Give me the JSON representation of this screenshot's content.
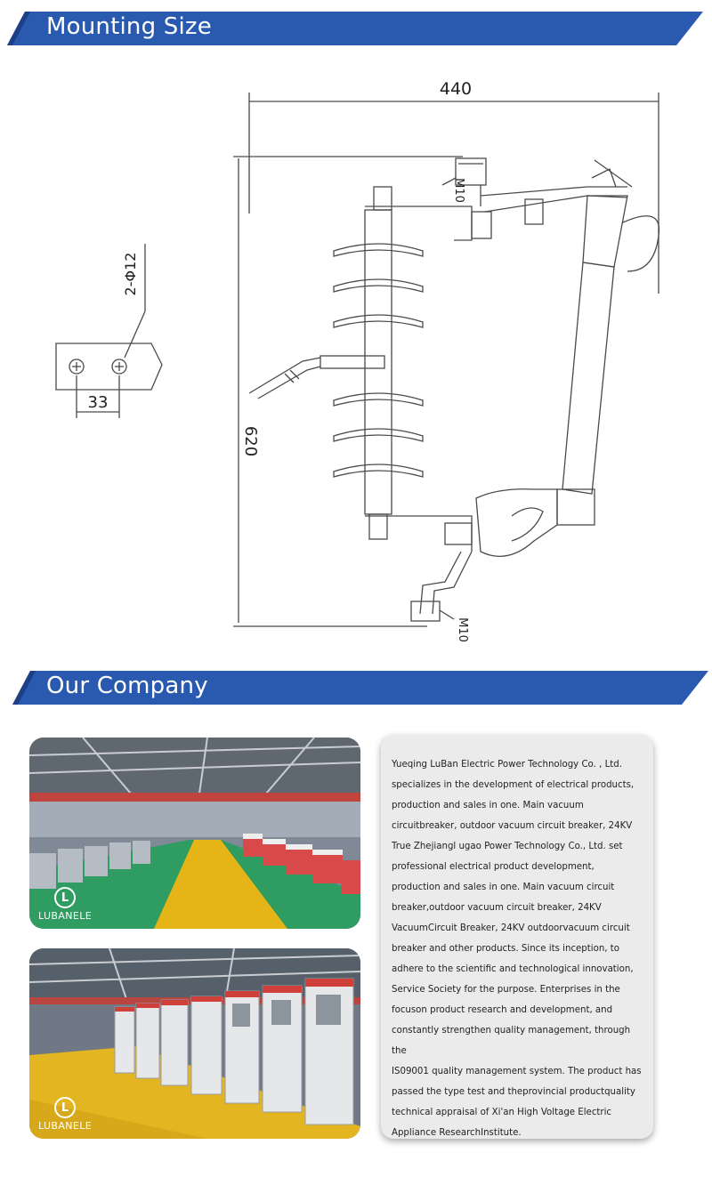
{
  "sections": {
    "mounting": {
      "title": "Mounting Size"
    },
    "company": {
      "title": "Our Company"
    }
  },
  "drawing": {
    "width_dim": "440",
    "height_dim": "620",
    "hole_label": "2-Φ12",
    "hole_spacing": "33",
    "bolt_top": "M10",
    "bolt_bottom": "M10"
  },
  "photos": {
    "logo_letter": "L",
    "logo_text": "LUBANELE"
  },
  "company_text": {
    "lines": [
      "Yueqing LuBan Electric Power Technology Co. , Ltd.",
      "specializes in the development of electrical products,",
      "production and sales in one. Main vacuum",
      "circuitbreaker, outdoor vacuum circuit breaker, 24KV",
      "True Zhejiangl ugao Power Technology Co., Ltd. set",
      "professional electrical product development,",
      "production and sales in one. Main vacuum circuit",
      "breaker,outdoor vacuum circuit breaker, 24KV",
      "VacuumCircuit Breaker, 24KV outdoorvacuum circuit",
      "breaker and other products. Since its inception, to",
      "adhere to the scientific and technological innovation,",
      "Service Society for the purpose. Enterprises in the",
      "focuson product research and development, and",
      "constantly strengthen quality management, through the",
      "IS09001 quality management system. The product has",
      "passed the type test and theprovincial productquality",
      "technical appraisal of Xi'an High Voltage Electric",
      "Appliance ResearchInstitute."
    ]
  },
  "colors": {
    "banner_blue": "#2a5ab0",
    "banner_dark": "#1c3f86",
    "line": "#4a4a4a"
  }
}
